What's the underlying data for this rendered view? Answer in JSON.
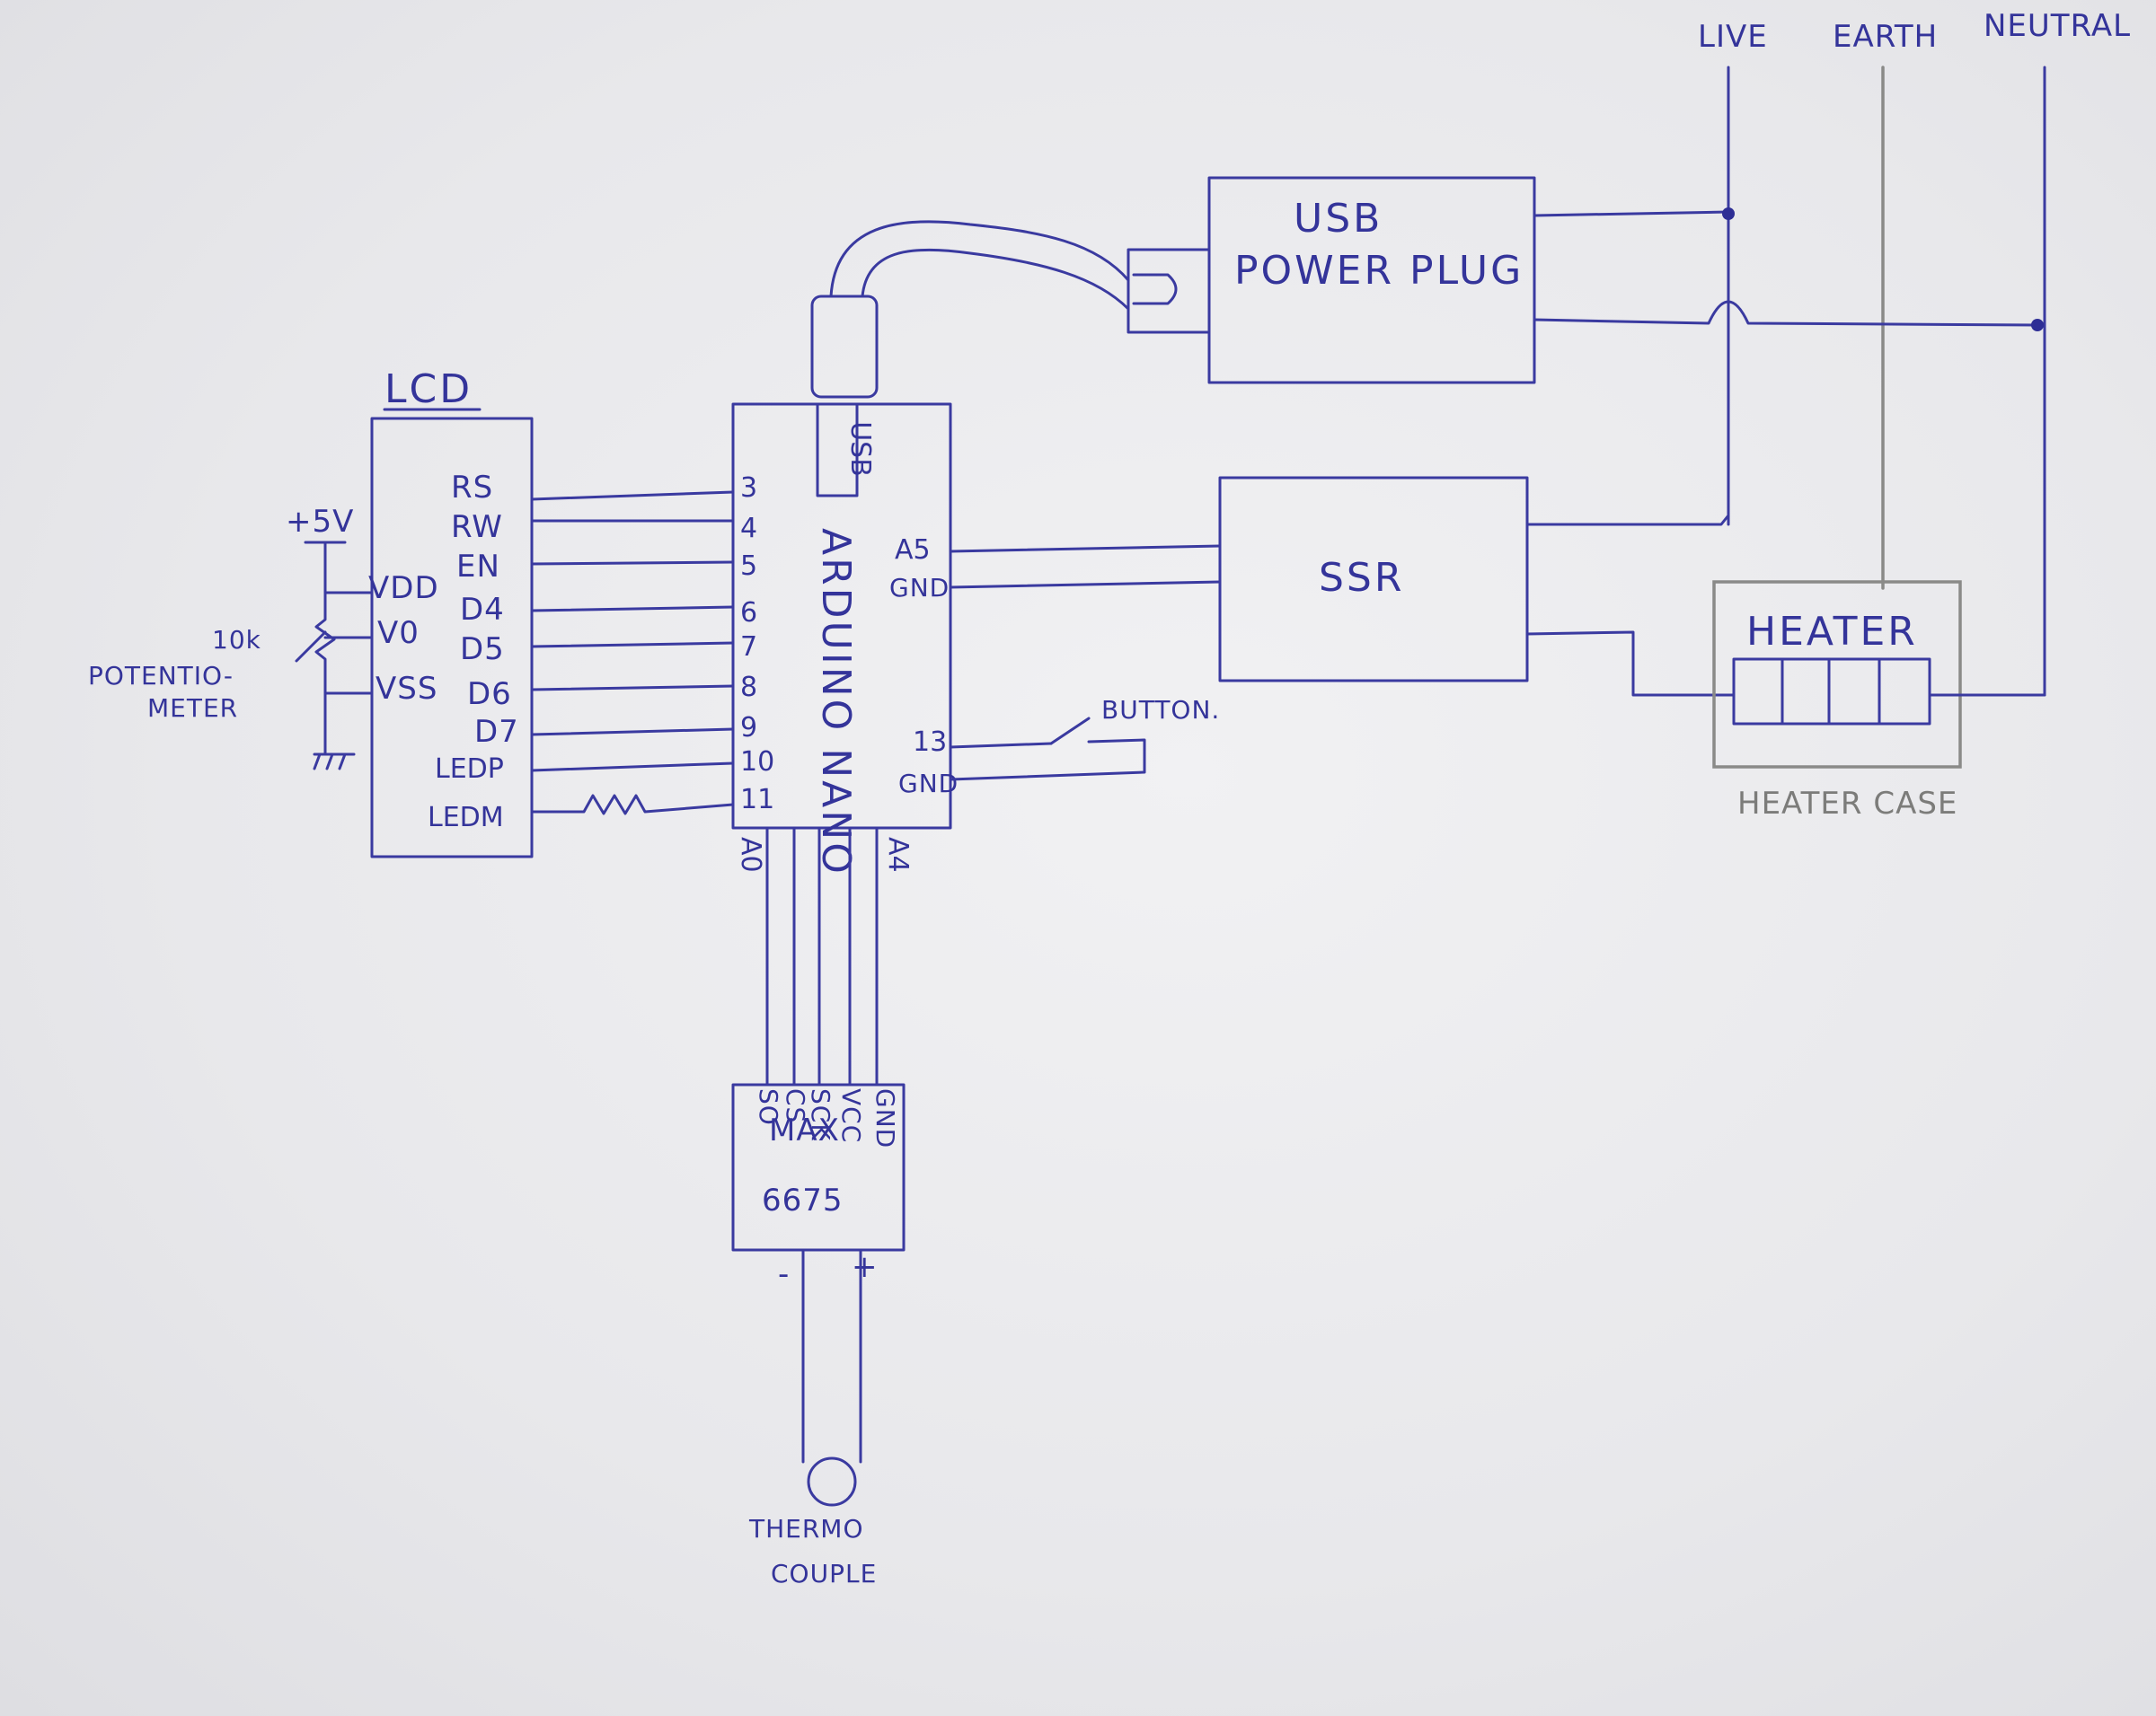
{
  "mains": {
    "live": "LIVE",
    "earth": "EARTH",
    "neutral": "NEUTRAL"
  },
  "lcd": {
    "title": "LCD",
    "pins_right": [
      "RS",
      "RW",
      "EN",
      "D4",
      "D5",
      "D6",
      "D7",
      "LEDP",
      "LEDM"
    ],
    "pins_left": [
      "VDD",
      "V0",
      "VSS"
    ]
  },
  "supply": {
    "voltage": "+5V"
  },
  "potentiometer": {
    "value": "10k",
    "label_line1": "POTENTIO-",
    "label_line2": "METER"
  },
  "arduino": {
    "name": "ARDUINO NANO",
    "usb": "USB",
    "left_pins": [
      "3",
      "4",
      "5",
      "6",
      "7",
      "8",
      "9",
      "10",
      "11"
    ],
    "right_pins_top": [
      "A5",
      "GND"
    ],
    "right_pins_bottom": [
      "13",
      "GND"
    ],
    "bottom_left": "A0",
    "bottom_right": "A4"
  },
  "usb_plug": {
    "line1": "USB",
    "line2": "POWER PLUG"
  },
  "ssr": {
    "label": "SSR"
  },
  "heater": {
    "label": "HEATER",
    "case_label": "HEATER CASE"
  },
  "button": {
    "label": "BUTTON."
  },
  "max": {
    "line1": "MAX",
    "line2": "6675",
    "pins": [
      "SO",
      "CS",
      "SCK",
      "VCC",
      "GND"
    ],
    "minus": "-",
    "plus": "+"
  },
  "thermocouple": {
    "line1": "THERMO",
    "line2": "COUPLE"
  }
}
